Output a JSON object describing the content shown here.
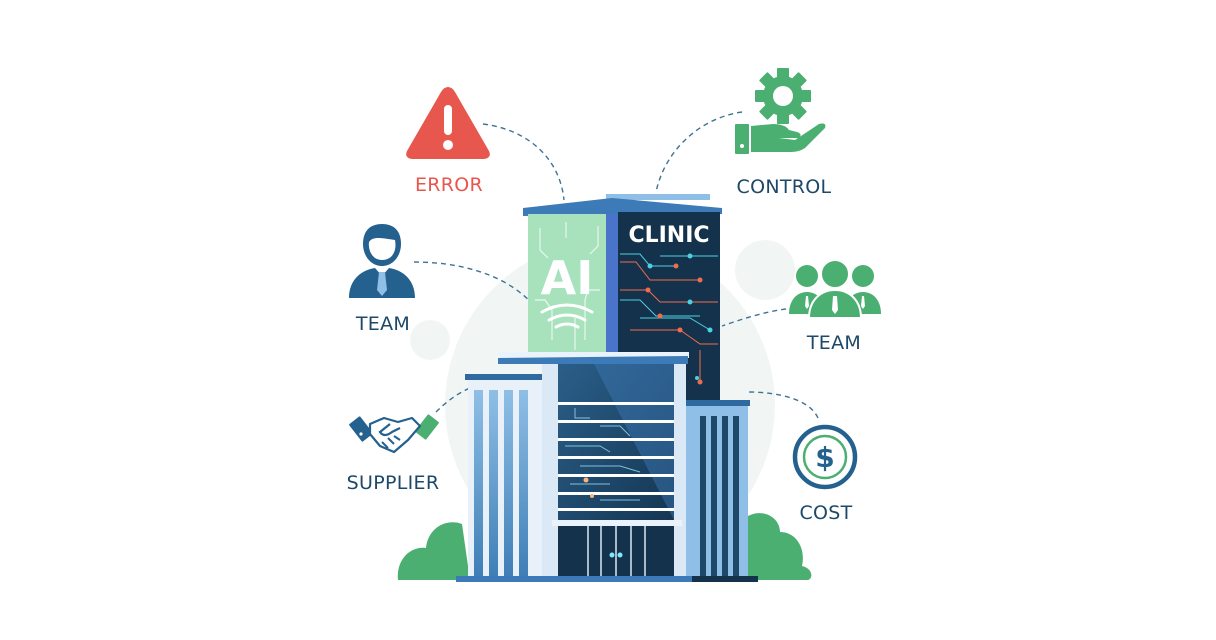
{
  "diagram": {
    "center": {
      "building_name": "CLINIC",
      "ai_sign": "AI"
    },
    "nodes": [
      {
        "id": "error",
        "label": "ERROR",
        "icon": "warning-triangle-icon",
        "color": "#e8574e"
      },
      {
        "id": "control",
        "label": "CONTROL",
        "icon": "gear-hand-icon",
        "color": "#4caf72"
      },
      {
        "id": "team-left",
        "label": "TEAM",
        "icon": "person-icon",
        "color": "#24618f"
      },
      {
        "id": "team-right",
        "label": "TEAM",
        "icon": "group-icon",
        "color": "#4caf72"
      },
      {
        "id": "supplier",
        "label": "SUPPLIER",
        "icon": "handshake-icon",
        "color": "#24618f"
      },
      {
        "id": "cost",
        "label": "COST",
        "icon": "dollar-coin-icon",
        "color": "#24618f"
      }
    ],
    "colors": {
      "label_text": "#1d4868",
      "error_red": "#e8574e",
      "accent_green": "#4caf72",
      "primary_blue": "#24618f",
      "dark_navy": "#15324d",
      "light_blue": "#8fbfe6",
      "ai_green": "#a8e2bd",
      "connector": "#3f7394"
    }
  }
}
